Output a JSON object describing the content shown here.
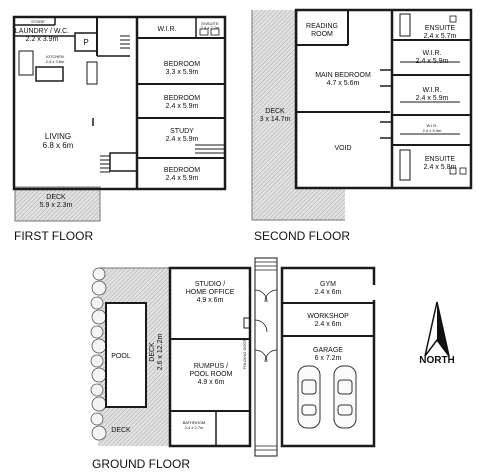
{
  "first_floor": {
    "title": "FIRST FLOOR",
    "rooms": {
      "store": "STORE",
      "laundry": "LAUNDRY / W.C.",
      "laundry_dim": "2.2 x 3.9m",
      "pantry": "P",
      "kitchen": "KITCHEN",
      "kitchen_dim": "2.4 x 3.6m",
      "wir": "W.I.R.",
      "ensuite": "ENSUITE",
      "ensuite_dim": "2.4 x 2.2m",
      "bedroom1": "BEDROOM",
      "bedroom1_dim": "3.3 x 5.9m",
      "bedroom2": "BEDROOM",
      "bedroom2_dim": "2.4 x 5.9m",
      "study": "STUDY",
      "study_dim": "2.4 x 5.9m",
      "bedroom3": "BEDROOM",
      "bedroom3_dim": "2.4 x 5.9m",
      "living": "LIVING",
      "living_dim": "6.8 x 6m",
      "deck": "DECK",
      "deck_dim": "5.9 x 2.3m"
    }
  },
  "second_floor": {
    "title": "SECOND FLOOR",
    "rooms": {
      "reading": "READING",
      "reading2": "ROOM",
      "ensuite1": "ENSUITE",
      "ensuite1_dim": "2.4 x 5.7m",
      "main_bed": "MAIN BEDROOM",
      "main_bed_dim": "4.7 x 5.6m",
      "wir1": "W.I.R.",
      "wir1_dim": "2.4 x 5.9m",
      "wir2": "W.I.R.",
      "wir2_dim": "2.4 x 5.9m",
      "wir3": "W.I.R.",
      "wir3_dim": "2.4 x 5.9m",
      "deck": "DECK",
      "deck_dim": "3 x 14.7m",
      "void": "VOID",
      "ensuite2": "ENSUITE",
      "ensuite2_dim": "2.4 x 5.8m"
    }
  },
  "ground_floor": {
    "title": "GROUND FLOOR",
    "rooms": {
      "studio": "STUDIO /",
      "studio2": "HOME OFFICE",
      "studio_dim": "4.9 x 6m",
      "gym": "GYM",
      "gym_dim": "2.4 x 6m",
      "workshop": "WORKSHOP",
      "workshop_dim": "2.4 x 6m",
      "garage": "GARAGE",
      "garage_dim": "6 x 7.2m",
      "pool": "POOL",
      "deck_side": "DECK",
      "deck_side_dim": "2.6 x 12.2m",
      "rumpus": "RUMPUS /",
      "rumpus2": "POOL ROOM",
      "rumpus_dim": "4.9 x 6m",
      "folding": "FOLDING DOOR",
      "deck": "DECK",
      "bathroom": "BATHROOM",
      "bathroom_dim": "2.4 x 2.7m"
    }
  },
  "compass": {
    "label": "NORTH"
  },
  "colors": {
    "wall": "#1a1a1a",
    "deck_fill": "#cfcfcf",
    "bg": "#ffffff"
  }
}
